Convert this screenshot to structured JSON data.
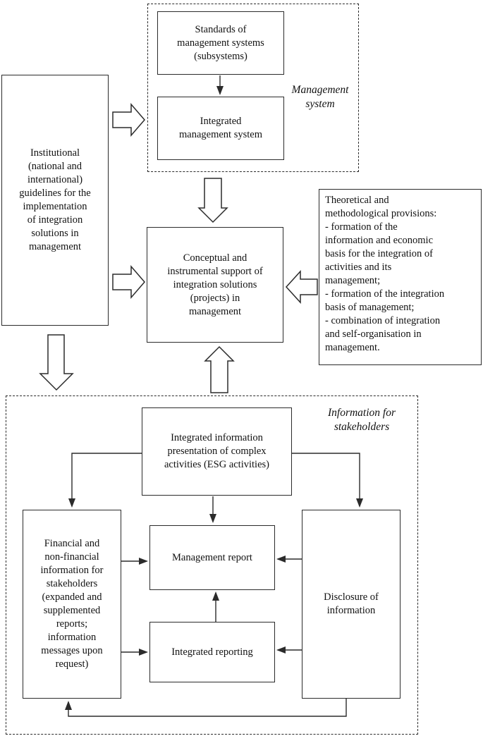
{
  "colors": {
    "line": "#2b2b2b",
    "text": "#111111",
    "background": "#ffffff"
  },
  "labels": {
    "management_system": "Management\nsystem",
    "information_for_stakeholders": "Information for\nstakeholders"
  },
  "boxes": {
    "standards": "Standards of\nmanagement systems\n(subsystems)",
    "integrated_management_system": "Integrated\nmanagement system",
    "institutional": "Institutional\n(national and\ninternational)\nguidelines for the\nimplementation\nof integration\nsolutions in\nmanagement",
    "central": "Conceptual and\ninstrumental support of\nintegration solutions\n(projects) in\nmanagement",
    "theoretical": "Theoretical and\nmethodological provisions:\n- formation of the\ninformation and economic\nbasis for the integration of\nactivities and its\nmanagement;\n- formation of the integration\nbasis of management;\n- combination of integration\nand self-organisation in\nmanagement.",
    "esg": "Integrated information\npresentation of complex\nactivities (ESG activities)",
    "financial": "Financial and\nnon-financial\ninformation for\nstakeholders\n(expanded and\nsupplemented\nreports;\ninformation\nmessages upon\nrequest)",
    "management_report": "Management report",
    "integrated_reporting": "Integrated reporting",
    "disclosure": "Disclosure of\ninformation"
  }
}
